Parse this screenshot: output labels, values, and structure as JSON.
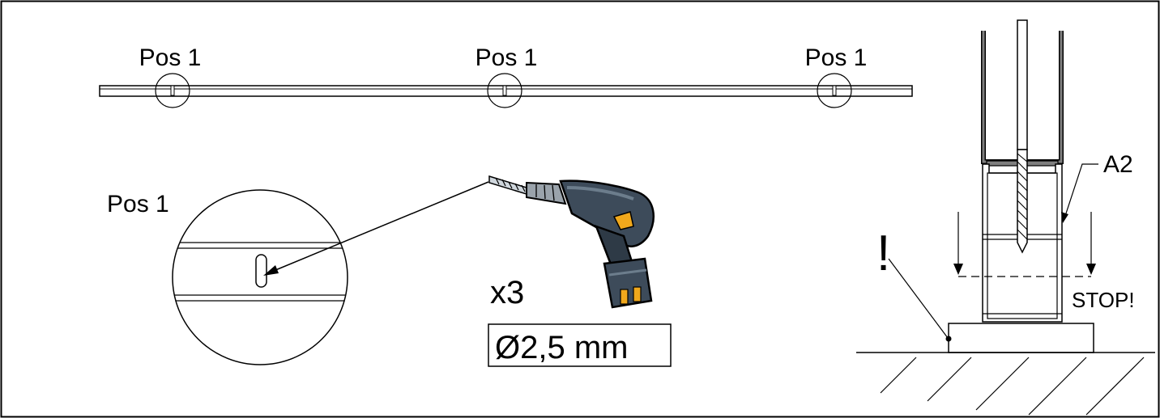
{
  "labels": {
    "pos_top_left": "Pos 1",
    "pos_top_middle": "Pos 1",
    "pos_top_right": "Pos 1",
    "pos_detail": "Pos 1",
    "quantity": "x3",
    "drill_size": "Ø2,5 mm",
    "part_id": "A2",
    "stop_note": "STOP!",
    "warning_mark": "!"
  },
  "icons": {
    "tool": "drill-icon"
  },
  "colors": {
    "line": "#000000",
    "profile_gray": "#7f7f7f",
    "drill_body": "#3d4b5a",
    "drill_accent": "#f0a81c"
  }
}
